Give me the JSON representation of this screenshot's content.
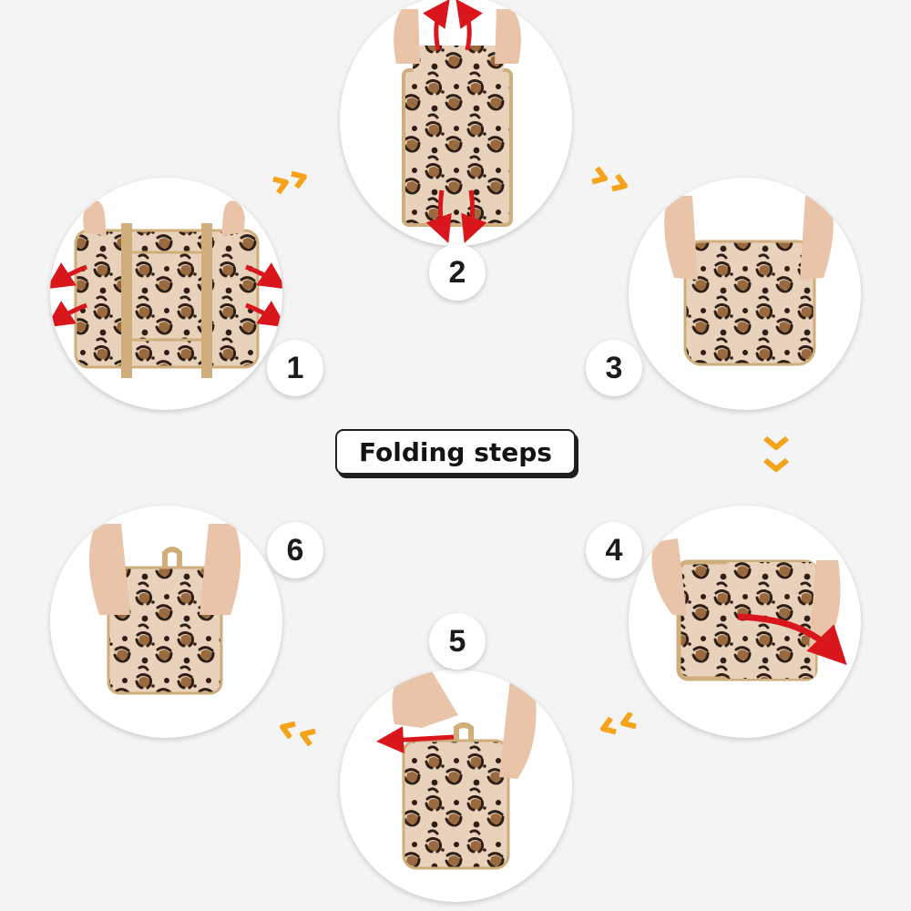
{
  "title": "Folding steps",
  "steps": [
    {
      "number": "1"
    },
    {
      "number": "2"
    },
    {
      "number": "3"
    },
    {
      "number": "4"
    },
    {
      "number": "5"
    },
    {
      "number": "6"
    }
  ],
  "colors": {
    "background": "#f4f4f4",
    "arrow_orange": "#f5a31a",
    "fold_arrow_red": "#d8161b",
    "leopard_base": "#e8d2bc",
    "leopard_spot": "#2e1f16",
    "leopard_brown": "#9a6a3e",
    "trim_tan": "#cfae7c",
    "skin": "#e9c4a8"
  },
  "icons": [
    "chevron-double-right-icon",
    "chevron-double-down-icon",
    "chevron-double-left-icon",
    "curved-arrow-icon"
  ]
}
